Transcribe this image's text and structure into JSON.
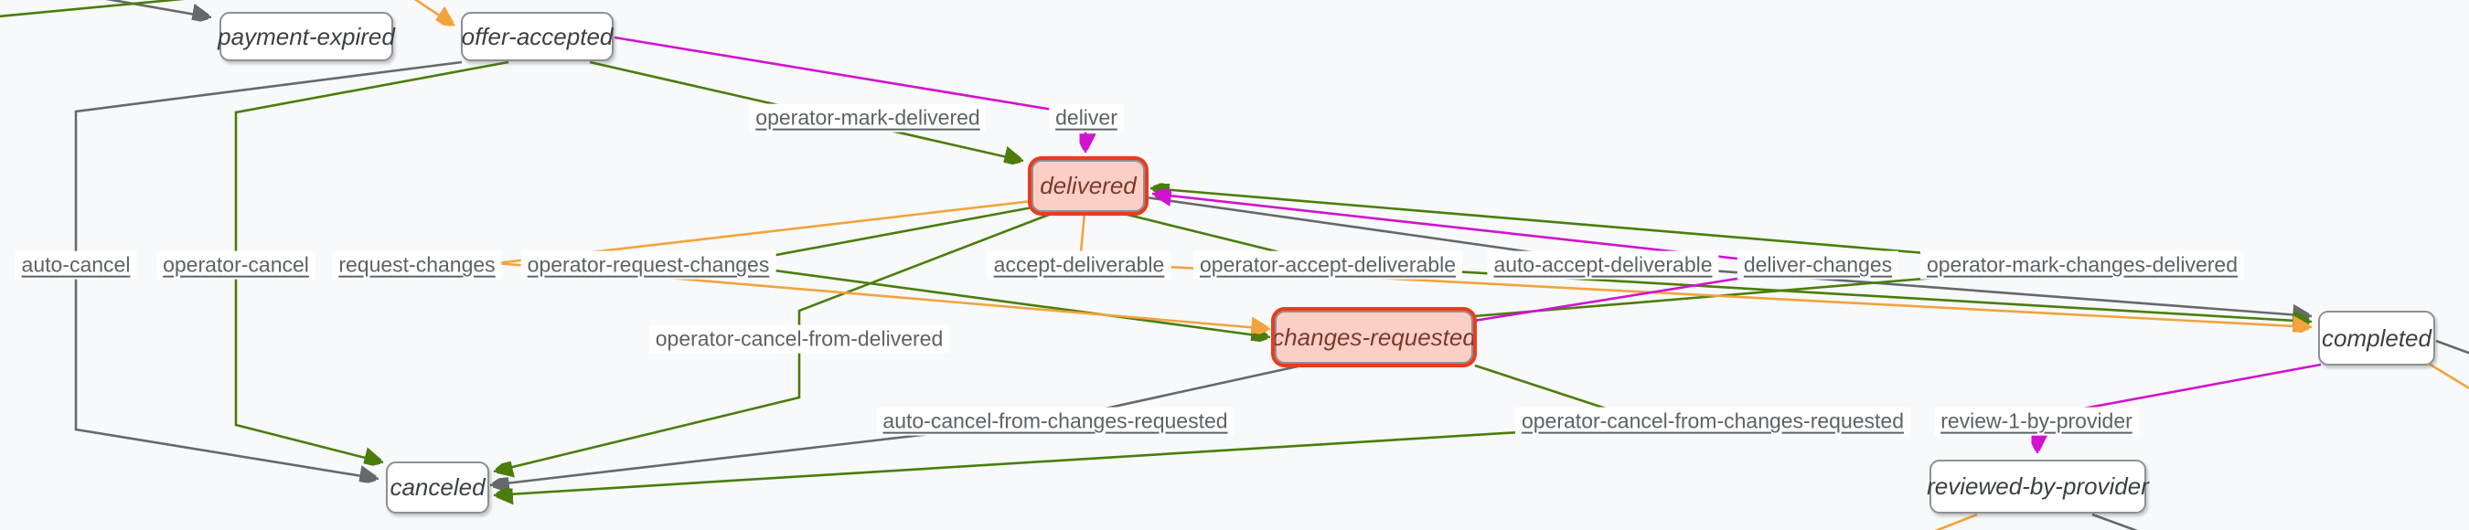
{
  "diagram": {
    "nodes": [
      {
        "id": "payment-expired",
        "label": "payment-expired",
        "highlighted": false
      },
      {
        "id": "offer-accepted",
        "label": "offer-accepted",
        "highlighted": false
      },
      {
        "id": "delivered",
        "label": "delivered",
        "highlighted": true
      },
      {
        "id": "changes-requested",
        "label": "changes-requested",
        "highlighted": true
      },
      {
        "id": "completed",
        "label": "completed",
        "highlighted": false
      },
      {
        "id": "canceled",
        "label": "canceled",
        "highlighted": false
      },
      {
        "id": "reviewed-by-provider",
        "label": "reviewed-by-provider",
        "highlighted": false
      }
    ],
    "edge_labels": [
      {
        "text": "operator-mark-delivered",
        "underlined": true,
        "color_role": "operator"
      },
      {
        "text": "deliver",
        "underlined": true,
        "color_role": "provider"
      },
      {
        "text": "auto-cancel",
        "underlined": true,
        "color_role": "auto"
      },
      {
        "text": "operator-cancel",
        "underlined": true,
        "color_role": "operator"
      },
      {
        "text": "request-changes",
        "underlined": true,
        "color_role": "buyer"
      },
      {
        "text": "operator-request-changes",
        "underlined": true,
        "color_role": "operator"
      },
      {
        "text": "accept-deliverable",
        "underlined": true,
        "color_role": "buyer"
      },
      {
        "text": "operator-accept-deliverable",
        "underlined": true,
        "color_role": "operator"
      },
      {
        "text": "auto-accept-deliverable",
        "underlined": true,
        "color_role": "auto"
      },
      {
        "text": "deliver-changes",
        "underlined": true,
        "color_role": "provider"
      },
      {
        "text": "operator-mark-changes-delivered",
        "underlined": true,
        "color_role": "operator"
      },
      {
        "text": "operator-cancel-from-delivered",
        "underlined": false,
        "color_role": "operator"
      },
      {
        "text": "auto-cancel-from-changes-requested",
        "underlined": true,
        "color_role": "auto"
      },
      {
        "text": "operator-cancel-from-changes-requested",
        "underlined": true,
        "color_role": "operator"
      },
      {
        "text": "review-1-by-provider",
        "underlined": true,
        "color_role": "provider"
      }
    ],
    "edges": [
      {
        "from": "offer-accepted",
        "to": "delivered",
        "label": "deliver",
        "color": "#d112d1"
      },
      {
        "from": "offer-accepted",
        "to": "delivered",
        "label": "operator-mark-delivered",
        "color": "#4a7d0b"
      },
      {
        "from": "offer-accepted",
        "to": "canceled",
        "label": "auto-cancel",
        "color": "#65696e"
      },
      {
        "from": "offer-accepted",
        "to": "canceled",
        "label": "operator-cancel",
        "color": "#4a7d0b"
      },
      {
        "from": "delivered",
        "to": "changes-requested",
        "label": "request-changes",
        "color": "#f2a33c"
      },
      {
        "from": "delivered",
        "to": "changes-requested",
        "label": "operator-request-changes",
        "color": "#4a7d0b"
      },
      {
        "from": "delivered",
        "to": "completed",
        "label": "accept-deliverable",
        "color": "#f2a33c"
      },
      {
        "from": "delivered",
        "to": "completed",
        "label": "operator-accept-deliverable",
        "color": "#4a7d0b"
      },
      {
        "from": "delivered",
        "to": "completed",
        "label": "auto-accept-deliverable",
        "color": "#65696e"
      },
      {
        "from": "delivered",
        "to": "canceled",
        "label": "operator-cancel-from-delivered",
        "color": "#4a7d0b"
      },
      {
        "from": "changes-requested",
        "to": "delivered",
        "label": "deliver-changes",
        "color": "#d112d1"
      },
      {
        "from": "changes-requested",
        "to": "delivered",
        "label": "operator-mark-changes-delivered",
        "color": "#4a7d0b"
      },
      {
        "from": "changes-requested",
        "to": "canceled",
        "label": "auto-cancel-from-changes-requested",
        "color": "#65696e"
      },
      {
        "from": "changes-requested",
        "to": "canceled",
        "label": "operator-cancel-from-changes-requested",
        "color": "#4a7d0b"
      },
      {
        "from": "completed",
        "to": "reviewed-by-provider",
        "label": "review-1-by-provider",
        "color": "#d112d1"
      }
    ],
    "palette": {
      "background": "#f8f9fa",
      "edge_gray": "#65696e",
      "edge_green": "#4a7d0b",
      "edge_orange": "#f2a33c",
      "edge_magenta": "#d112d1",
      "node_border": "#8d9095",
      "node_text": "#3c4043",
      "highlight_fill": "#fbcfc6",
      "highlight_border": "#e93c1e",
      "highlight_text": "#7c392a",
      "label_text": "#5c6267"
    }
  }
}
